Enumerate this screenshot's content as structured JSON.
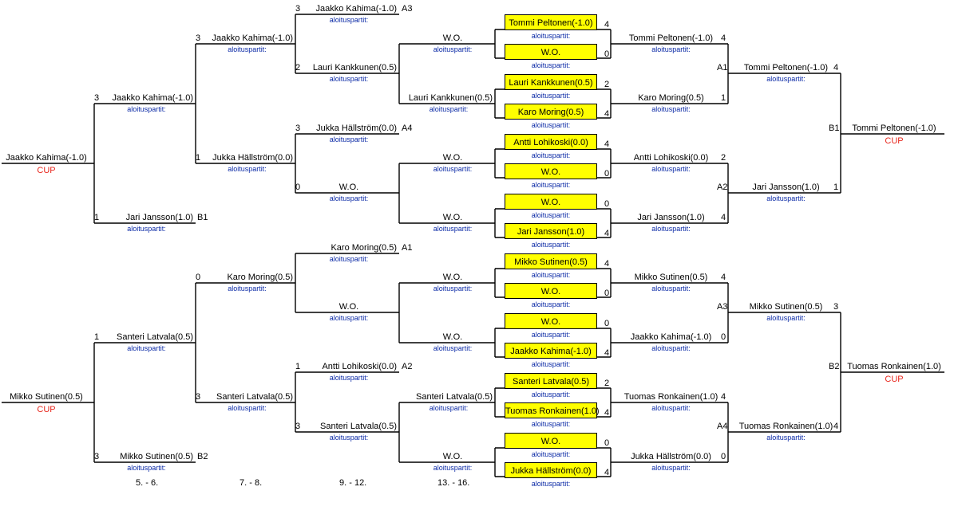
{
  "sub_label": "aloituspartit:",
  "cup_label": "CUP",
  "rounds": [
    "5. - 6.",
    "7. - 8.",
    "9. - 12.",
    "13. - 16."
  ],
  "slots": [
    {
      "id": "s1",
      "name": "Jaakko Kahima(-1.0)",
      "cup": true
    },
    {
      "id": "s2",
      "name": "Mikko Sutinen(0.5)",
      "cup": true
    },
    {
      "id": "s3",
      "name": "Jaakko Kahima(-1.0)",
      "score": "3"
    },
    {
      "id": "s4",
      "name": "Jari Jansson(1.0)",
      "score": "1",
      "tag": "B1"
    },
    {
      "id": "s5",
      "name": "Santeri Latvala(0.5)",
      "score": "1"
    },
    {
      "id": "s6",
      "name": "Mikko Sutinen(0.5)",
      "score": "3",
      "tag": "B2"
    },
    {
      "id": "s7",
      "name": "Jaakko Kahima(-1.0)",
      "score": "3"
    },
    {
      "id": "s8",
      "name": "Jukka Hällström(0.0)",
      "score": "1"
    },
    {
      "id": "s9",
      "name": "Karo Moring(0.5)",
      "score": "0"
    },
    {
      "id": "s10",
      "name": "Santeri Latvala(0.5)",
      "score": "3"
    },
    {
      "id": "s11",
      "name": "Jaakko Kahima(-1.0)",
      "score": "3",
      "tag": "A3"
    },
    {
      "id": "s12",
      "name": "Lauri Kankkunen(0.5)",
      "score": "2"
    },
    {
      "id": "s13",
      "name": "Jukka Hällström(0.0)",
      "score": "3",
      "tag": "A4"
    },
    {
      "id": "s14",
      "name": "W.O.",
      "score": "0"
    },
    {
      "id": "s15",
      "name": "Karo Moring(0.5)",
      "tag": "A1"
    },
    {
      "id": "s16",
      "name": "W.O."
    },
    {
      "id": "s17",
      "name": "Antti Lohikoski(0.0)",
      "score": "1",
      "tag": "A2"
    },
    {
      "id": "s18",
      "name": "Santeri Latvala(0.5)",
      "score": "3"
    },
    {
      "id": "s19",
      "name": "W.O."
    },
    {
      "id": "s20",
      "name": "Lauri Kankkunen(0.5)"
    },
    {
      "id": "s21",
      "name": "W.O."
    },
    {
      "id": "s22",
      "name": "W.O."
    },
    {
      "id": "s23",
      "name": "W.O."
    },
    {
      "id": "s24",
      "name": "W.O."
    },
    {
      "id": "s25",
      "name": "Santeri Latvala(0.5)"
    },
    {
      "id": "s26",
      "name": "W.O."
    },
    {
      "id": "s27",
      "name": "Tommi Peltonen(-1.0)",
      "score": "4"
    },
    {
      "id": "s28",
      "name": "Karo Moring(0.5)",
      "score": "1"
    },
    {
      "id": "s29",
      "name": "Antti Lohikoski(0.0)",
      "score": "2"
    },
    {
      "id": "s30",
      "name": "Jari Jansson(1.0)",
      "score": "4"
    },
    {
      "id": "s31",
      "name": "Mikko Sutinen(0.5)",
      "score": "4"
    },
    {
      "id": "s32",
      "name": "Jaakko Kahima(-1.0)",
      "score": "0"
    },
    {
      "id": "s33",
      "name": "Tuomas Ronkainen(1.0)",
      "score": "4"
    },
    {
      "id": "s34",
      "name": "Jukka Hällström(0.0)",
      "score": "0"
    },
    {
      "id": "s35",
      "name": "Tommi Peltonen(-1.0)",
      "score": "4",
      "tag": "A1"
    },
    {
      "id": "s36",
      "name": "Jari Jansson(1.0)",
      "score": "1",
      "tag": "A2"
    },
    {
      "id": "s37",
      "name": "Mikko Sutinen(0.5)",
      "score": "3",
      "tag": "A3"
    },
    {
      "id": "s38",
      "name": "Tuomas Ronkainen(1.0)",
      "score": "4",
      "tag": "A4"
    },
    {
      "id": "s39",
      "name": "Tommi Peltonen(-1.0)",
      "cup": true,
      "tag": "B1"
    },
    {
      "id": "s40",
      "name": "Tuomas Ronkainen(1.0)",
      "cup": true,
      "tag": "B2"
    }
  ],
  "boxes": [
    {
      "name": "Tommi Peltonen(-1.0)",
      "score": "4"
    },
    {
      "name": "W.O.",
      "score": "0"
    },
    {
      "name": "Lauri Kankkunen(0.5)",
      "score": "2"
    },
    {
      "name": "Karo Moring(0.5)",
      "score": "4"
    },
    {
      "name": "Antti Lohikoski(0.0)",
      "score": "4"
    },
    {
      "name": "W.O.",
      "score": "0"
    },
    {
      "name": "W.O.",
      "score": "0"
    },
    {
      "name": "Jari Jansson(1.0)",
      "score": "4"
    },
    {
      "name": "Mikko Sutinen(0.5)",
      "score": "4"
    },
    {
      "name": "W.O.",
      "score": "0"
    },
    {
      "name": "W.O.",
      "score": "0"
    },
    {
      "name": "Jaakko Kahima(-1.0)",
      "score": "4"
    },
    {
      "name": "Santeri Latvala(0.5)",
      "score": "2"
    },
    {
      "name": "Tuomas Ronkainen(1.0)",
      "score": "4"
    },
    {
      "name": "W.O.",
      "score": "0"
    },
    {
      "name": "Jukka Hällström(0.0)",
      "score": "4"
    }
  ]
}
